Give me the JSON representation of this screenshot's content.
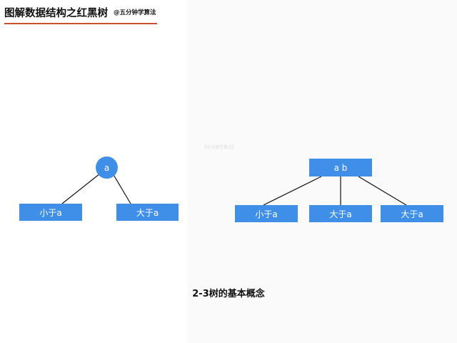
{
  "header": {
    "title": "图解数据结构之红黑树",
    "subtitle": "@五分钟学算法",
    "accent_color": "#c8502c"
  },
  "watermark": "【五分钟学算法】",
  "node_color": "#3f8fe8",
  "tree_2node": {
    "root": "a",
    "children": [
      "小于a",
      "大于a"
    ]
  },
  "tree_3node": {
    "root": "a b",
    "children": [
      "小于a",
      "大于a",
      "大于a"
    ]
  },
  "caption": "2-3树的基本概念"
}
